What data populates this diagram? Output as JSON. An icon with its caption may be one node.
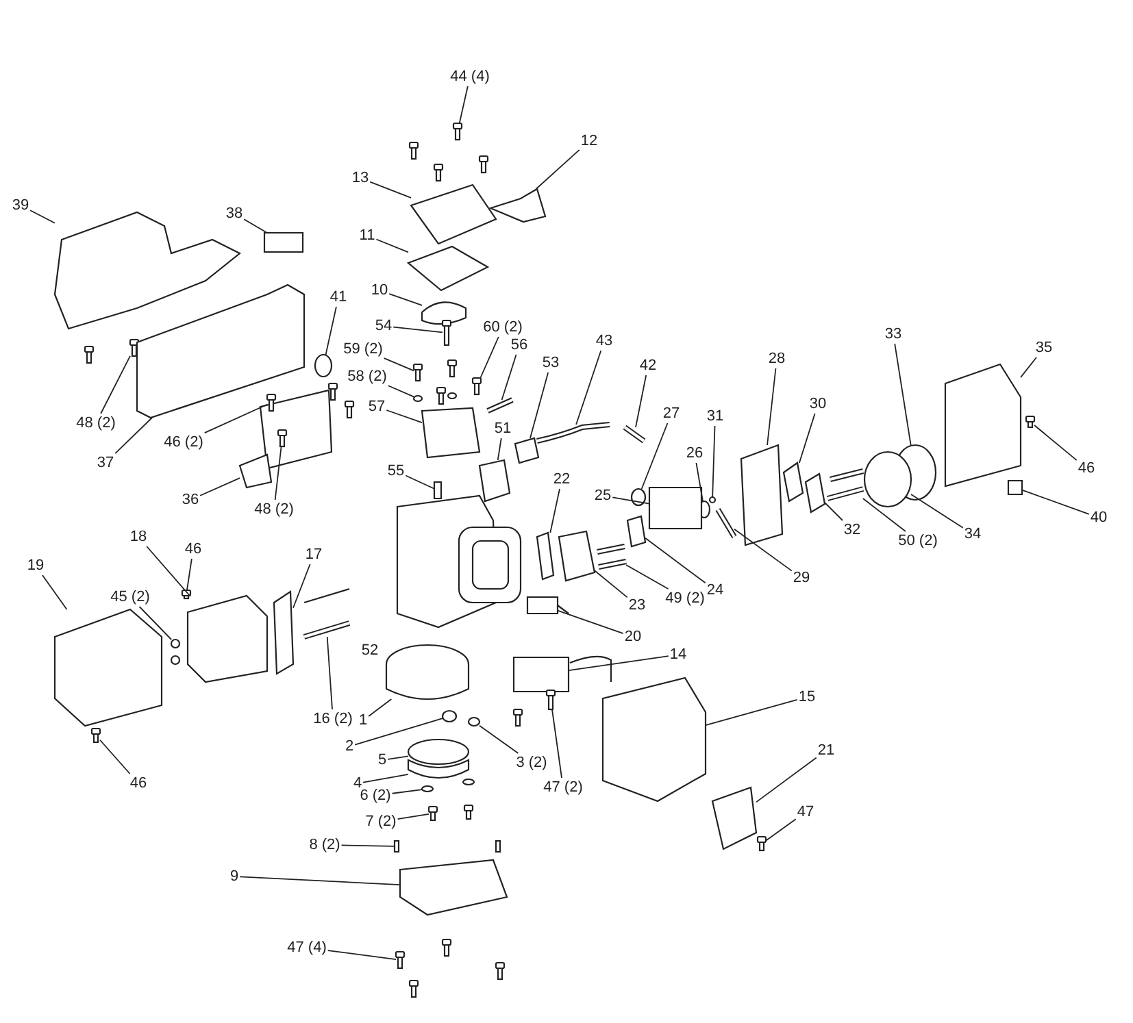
{
  "diagram": {
    "nodes": [
      {
        "text": [
          "44 (4)"
        ]
      },
      {
        "text": [
          "12"
        ]
      },
      {
        "text": [
          "13"
        ]
      },
      {
        "text": [
          "39"
        ]
      },
      {
        "text": [
          "38"
        ]
      },
      {
        "text": [
          "11"
        ]
      },
      {
        "text": [
          "10"
        ]
      },
      {
        "text": [
          "41"
        ]
      },
      {
        "text": [
          "54"
        ]
      },
      {
        "text": [
          "60 (2)"
        ]
      },
      {
        "text": [
          "43"
        ]
      },
      {
        "text": [
          "56"
        ]
      },
      {
        "text": [
          "59 (2)"
        ]
      },
      {
        "text": [
          "35"
        ]
      },
      {
        "text": [
          "33"
        ]
      },
      {
        "text": [
          "28"
        ]
      },
      {
        "text": [
          "42"
        ]
      },
      {
        "text": [
          "53"
        ]
      },
      {
        "text": [
          "58 (2)"
        ]
      },
      {
        "text": [
          "57"
        ]
      },
      {
        "text": [
          "30"
        ]
      },
      {
        "text": [
          "27"
        ]
      },
      {
        "text": [
          "31"
        ]
      },
      {
        "text": [
          "48 (2)"
        ]
      },
      {
        "text": [
          "51"
        ]
      },
      {
        "text": [
          "46 (2)"
        ]
      },
      {
        "text": [
          "26"
        ]
      },
      {
        "text": [
          "37"
        ]
      },
      {
        "text": [
          "46"
        ]
      },
      {
        "text": [
          "55"
        ]
      },
      {
        "text": [
          "22"
        ]
      },
      {
        "text": [
          "25"
        ]
      },
      {
        "text": [
          "36"
        ]
      },
      {
        "text": [
          "48 (2)"
        ]
      },
      {
        "text": [
          "40"
        ]
      },
      {
        "text": [
          "32"
        ]
      },
      {
        "text": [
          "18"
        ]
      },
      {
        "text": [
          "34"
        ]
      },
      {
        "text": [
          "50 (2)"
        ]
      },
      {
        "text": [
          "46"
        ]
      },
      {
        "text": [
          "17"
        ]
      },
      {
        "text": [
          "19"
        ]
      },
      {
        "text": [
          "29"
        ]
      },
      {
        "text": [
          "24"
        ]
      },
      {
        "text": [
          "45 (2)"
        ]
      },
      {
        "text": [
          "49 (2)"
        ]
      },
      {
        "text": [
          "23"
        ]
      },
      {
        "text": [
          "20"
        ]
      },
      {
        "text": [
          "14"
        ]
      },
      {
        "text": [
          "15"
        ]
      },
      {
        "text": [
          "16 (2)"
        ]
      },
      {
        "text": [
          "1"
        ]
      },
      {
        "text": [
          "2"
        ]
      },
      {
        "text": [
          "3 (2)"
        ]
      },
      {
        "text": [
          "21"
        ]
      },
      {
        "text": [
          "5"
        ]
      },
      {
        "text": [
          "46"
        ]
      },
      {
        "text": [
          "4"
        ]
      },
      {
        "text": [
          "6 (2)"
        ]
      },
      {
        "text": [
          "47 (2)"
        ]
      },
      {
        "text": [
          "47"
        ]
      },
      {
        "text": [
          "7 (2)"
        ]
      },
      {
        "text": [
          "8 (2)"
        ]
      },
      {
        "text": [
          "9"
        ]
      },
      {
        "text": [
          "47 (4)"
        ]
      },
      {
        "text": [],
        "shape": "bolt"
      },
      {
        "text": [],
        "shape": "box"
      },
      {
        "text": [],
        "shape": "box"
      },
      {
        "text": [],
        "shape": "box"
      },
      {
        "text": [],
        "shape": "box"
      },
      {
        "text": [],
        "shape": "box"
      },
      {
        "text": [],
        "shape": "box"
      },
      {
        "text": [],
        "shape": "circle"
      },
      {
        "text": [],
        "shape": "bolt"
      },
      {
        "text": [],
        "shape": "bolt"
      },
      {
        "text": [],
        "shape": "bar"
      },
      {
        "text": [],
        "shape": "bar"
      },
      {
        "text": [],
        "shape": "bolt"
      },
      {
        "text": [],
        "shape": "box"
      },
      {
        "text": [],
        "shape": "circle"
      },
      {
        "text": [],
        "shape": "box"
      },
      {
        "text": [],
        "shape": "bar"
      },
      {
        "text": [],
        "shape": "box"
      },
      {
        "text": [],
        "shape": "circle"
      },
      {
        "text": [],
        "shape": "box"
      },
      {
        "text": [],
        "shape": "box"
      },
      {
        "text": [],
        "shape": "circle"
      },
      {
        "text": [],
        "shape": "circle"
      },
      {
        "text": [],
        "shape": "bolt"
      },
      {
        "text": [],
        "shape": "box"
      },
      {
        "text": [],
        "shape": "bolt"
      },
      {
        "text": [],
        "shape": "circle"
      },
      {
        "text": [],
        "shape": "box"
      },
      {
        "text": [],
        "shape": "bolt"
      },
      {
        "text": [],
        "shape": "box"
      },
      {
        "text": [],
        "shape": "box"
      },
      {
        "text": [],
        "shape": "box"
      },
      {
        "text": [],
        "shape": "box"
      },
      {
        "text": [],
        "shape": "bolt"
      },
      {
        "text": [],
        "shape": "box"
      },
      {
        "text": [],
        "shape": "box"
      },
      {
        "text": [],
        "shape": "box"
      },
      {
        "text": [],
        "shape": "circle"
      },
      {
        "text": [],
        "shape": "bar"
      },
      {
        "text": [],
        "shape": "bolt"
      },
      {
        "text": [],
        "shape": "box"
      },
      {
        "text": [],
        "shape": "box"
      },
      {
        "text": [],
        "shape": "bar"
      },
      {
        "text": [],
        "shape": "box"
      },
      {
        "text": [],
        "shape": "circle"
      },
      {
        "text": [],
        "shape": "bar"
      },
      {
        "text": [],
        "shape": "box"
      },
      {
        "text": [],
        "shape": "box"
      },
      {
        "text": [],
        "shape": "box"
      },
      {
        "text": [],
        "shape": "box"
      },
      {
        "text": [],
        "shape": "bar"
      },
      {
        "text": [],
        "shape": "box"
      },
      {
        "text": [],
        "shape": "circle"
      },
      {
        "text": [],
        "shape": "circle"
      },
      {
        "text": [],
        "shape": "box"
      },
      {
        "text": [],
        "shape": "circle"
      },
      {
        "text": [],
        "shape": "bolt"
      },
      {
        "text": [],
        "shape": "box"
      },
      {
        "text": [],
        "shape": "circle"
      },
      {
        "text": [],
        "shape": "bolt"
      },
      {
        "text": [],
        "shape": "bolt"
      },
      {
        "text": [],
        "shape": "bolt"
      },
      {
        "text": [],
        "shape": "box"
      },
      {
        "text": [],
        "shape": "box"
      },
      {
        "text": [],
        "shape": "bolt"
      }
    ],
    "edges": [
      {
        "from": 0,
        "to": 65,
        "arrow": "none"
      },
      {
        "from": 1,
        "to": 66,
        "arrow": "none"
      },
      {
        "from": 2,
        "to": 67,
        "arrow": "none"
      },
      {
        "from": 3,
        "to": 68,
        "arrow": "none"
      },
      {
        "from": 4,
        "to": 69,
        "arrow": "none"
      },
      {
        "from": 5,
        "to": 70,
        "arrow": "none"
      },
      {
        "from": 6,
        "to": 71,
        "arrow": "none"
      },
      {
        "from": 7,
        "to": 72,
        "arrow": "none"
      },
      {
        "from": 8,
        "to": 73,
        "arrow": "none"
      },
      {
        "from": 9,
        "to": 74,
        "arrow": "none"
      },
      {
        "from": 10,
        "to": 75,
        "arrow": "none"
      },
      {
        "from": 11,
        "to": 76,
        "arrow": "none"
      },
      {
        "from": 12,
        "to": 77,
        "arrow": "none"
      },
      {
        "from": 13,
        "to": 78,
        "arrow": "none"
      },
      {
        "from": 14,
        "to": 79,
        "arrow": "none"
      },
      {
        "from": 15,
        "to": 80,
        "arrow": "none"
      },
      {
        "from": 16,
        "to": 81,
        "arrow": "none"
      },
      {
        "from": 17,
        "to": 82,
        "arrow": "none"
      },
      {
        "from": 18,
        "to": 83,
        "arrow": "none"
      },
      {
        "from": 19,
        "to": 84,
        "arrow": "none"
      },
      {
        "from": 20,
        "to": 85,
        "arrow": "none"
      },
      {
        "from": 21,
        "to": 86,
        "arrow": "none"
      },
      {
        "from": 22,
        "to": 87,
        "arrow": "none"
      },
      {
        "from": 23,
        "to": 88,
        "arrow": "none"
      },
      {
        "from": 24,
        "to": 89,
        "arrow": "none"
      },
      {
        "from": 25,
        "to": 90,
        "arrow": "none"
      },
      {
        "from": 26,
        "to": 91,
        "arrow": "none"
      },
      {
        "from": 27,
        "to": 92,
        "arrow": "none"
      },
      {
        "from": 28,
        "to": 93,
        "arrow": "none"
      },
      {
        "from": 29,
        "to": 94,
        "arrow": "none"
      },
      {
        "from": 30,
        "to": 95,
        "arrow": "none"
      },
      {
        "from": 31,
        "to": 96,
        "arrow": "none"
      },
      {
        "from": 32,
        "to": 97,
        "arrow": "none"
      },
      {
        "from": 33,
        "to": 98,
        "arrow": "none"
      },
      {
        "from": 34,
        "to": 99,
        "arrow": "none"
      },
      {
        "from": 35,
        "to": 100,
        "arrow": "none"
      },
      {
        "from": 36,
        "to": 101,
        "arrow": "none"
      },
      {
        "from": 37,
        "to": 102,
        "arrow": "none"
      },
      {
        "from": 38,
        "to": 103,
        "arrow": "none"
      },
      {
        "from": 39,
        "to": 104,
        "arrow": "none"
      },
      {
        "from": 40,
        "to": 105,
        "arrow": "none"
      },
      {
        "from": 41,
        "to": 106,
        "arrow": "none"
      },
      {
        "from": 42,
        "to": 107,
        "arrow": "none"
      },
      {
        "from": 43,
        "to": 108,
        "arrow": "none"
      },
      {
        "from": 44,
        "to": 109,
        "arrow": "none"
      },
      {
        "from": 45,
        "to": 110,
        "arrow": "none"
      },
      {
        "from": 46,
        "to": 111,
        "arrow": "none"
      },
      {
        "from": 47,
        "to": 112,
        "arrow": "none"
      },
      {
        "from": 48,
        "to": 113,
        "arrow": "none"
      },
      {
        "from": 49,
        "to": 114,
        "arrow": "none"
      },
      {
        "from": 50,
        "to": 115,
        "arrow": "none"
      },
      {
        "from": 51,
        "to": 116,
        "arrow": "none"
      },
      {
        "from": 52,
        "to": 117,
        "arrow": "none"
      },
      {
        "from": 53,
        "to": 118,
        "arrow": "none"
      },
      {
        "from": 54,
        "to": 119,
        "arrow": "none"
      },
      {
        "from": 55,
        "to": 120,
        "arrow": "none"
      },
      {
        "from": 56,
        "to": 121,
        "arrow": "none"
      },
      {
        "from": 57,
        "to": 122,
        "arrow": "none"
      },
      {
        "from": 58,
        "to": 123,
        "arrow": "none"
      },
      {
        "from": 59,
        "to": 124,
        "arrow": "none"
      },
      {
        "from": 60,
        "to": 125,
        "arrow": "none"
      },
      {
        "from": 61,
        "to": 126,
        "arrow": "none"
      },
      {
        "from": 62,
        "to": 127,
        "arrow": "none"
      },
      {
        "from": 63,
        "to": 128,
        "arrow": "none"
      },
      {
        "from": 64,
        "to": 129,
        "arrow": "none"
      }
    ],
    "labels": [
      "52"
    ]
  }
}
